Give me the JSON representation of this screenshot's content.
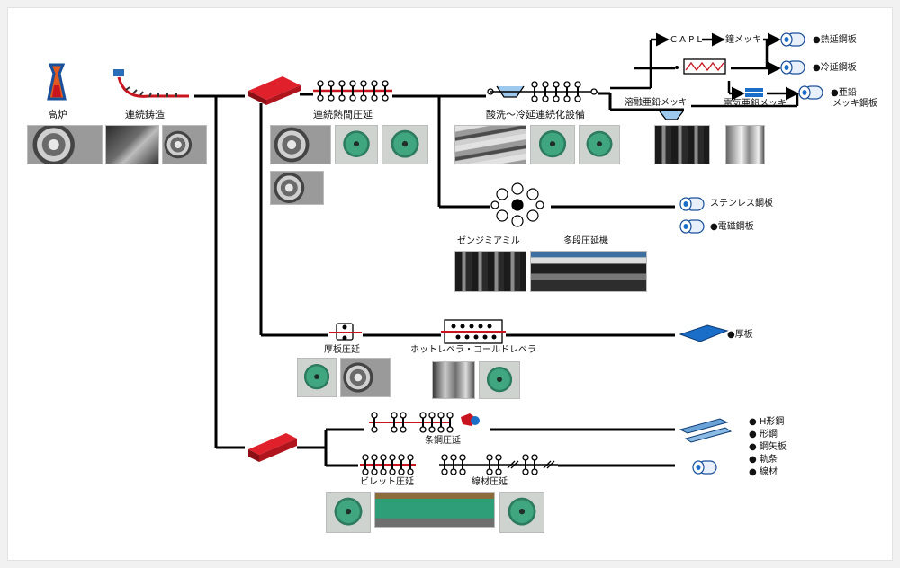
{
  "colors": {
    "line": "#000000",
    "slab_red": "#c8141e",
    "coil_blue": "#1a6ec8",
    "bg": "#ffffff"
  },
  "stages": {
    "blast_furnace": "高炉",
    "continuous_casting": "連続鋳造",
    "hot_strip_mill": "連続熱間圧延",
    "pickling_cold_mill": "酸洗～冷延連続化設備",
    "capl": "C A P L",
    "nickel_plating": "鐘メッキ",
    "hot_dip_galvanizing": "溶融亜鉛メッキ",
    "electro_galvanizing": "電気亜鉛メッキ",
    "sendzimir_mill": "ゼンジミアミル",
    "multi_high_mill": "多段圧延機",
    "plate_mill": "厚板圧延",
    "levellers": "ホットレベラ・コールドレベラ",
    "section_mill": "条鋼圧延",
    "billet_mill": "ビレット圧延",
    "wire_rod_mill": "線材圧延"
  },
  "products": {
    "hot_rolled": "●熱延鋼板",
    "cold_rolled": "●冷延鋼板",
    "galvanized_line1": "●亜鉛",
    "galvanized_line2": "メッキ鋼板",
    "stainless": "ステンレス鋼板",
    "electrical": "●電磁鋼板",
    "plate": "●厚板",
    "section_list": [
      "● H形鋼",
      "● 形鋼",
      "● 鋼矢板",
      "● 軌条",
      "● 線材"
    ]
  },
  "photo_kinds": [
    "bearing",
    "dark",
    "green",
    "rolls",
    "steel",
    "roller",
    "shaft",
    "cyl",
    "gearbox"
  ]
}
